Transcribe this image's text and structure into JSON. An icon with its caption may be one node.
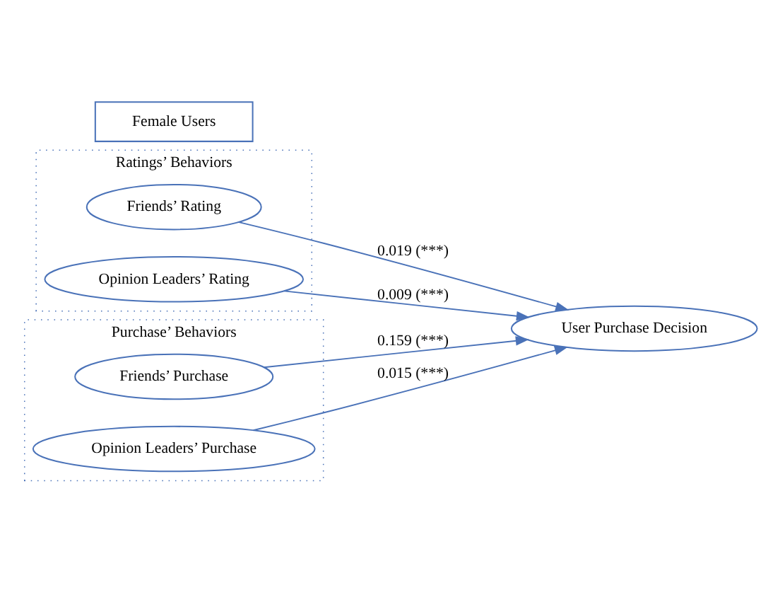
{
  "diagram": {
    "nodes": [
      {
        "text": [
          "Ratings’ Behaviors"
        ]
      },
      {
        "text": [
          "Friends’ Rating"
        ],
        "in": 0
      },
      {
        "text": [
          "Opinion Leaders’ Rating"
        ],
        "in": 0
      },
      {
        "text": [
          "Purchase’ Behaviors"
        ]
      },
      {
        "text": [
          "Friends’ Purchase"
        ],
        "in": 3
      },
      {
        "text": [
          "Opinion Leaders’ Purchase"
        ],
        "in": 3
      },
      {
        "text": [
          "User Purchase Decision"
        ]
      },
      {
        "text": [
          "Female Users"
        ]
      }
    ],
    "edges": [
      {
        "from": 1,
        "to": 6,
        "arrow": "to",
        "label": "0.019 (***)"
      },
      {
        "from": 2,
        "to": 6,
        "arrow": "to",
        "label": "0.009 (***)"
      },
      {
        "from": 4,
        "to": 6,
        "arrow": "to",
        "label": "0.159 (***)"
      },
      {
        "from": 5,
        "to": 6,
        "arrow": "to",
        "label": "0.015 (***)"
      }
    ]
  }
}
